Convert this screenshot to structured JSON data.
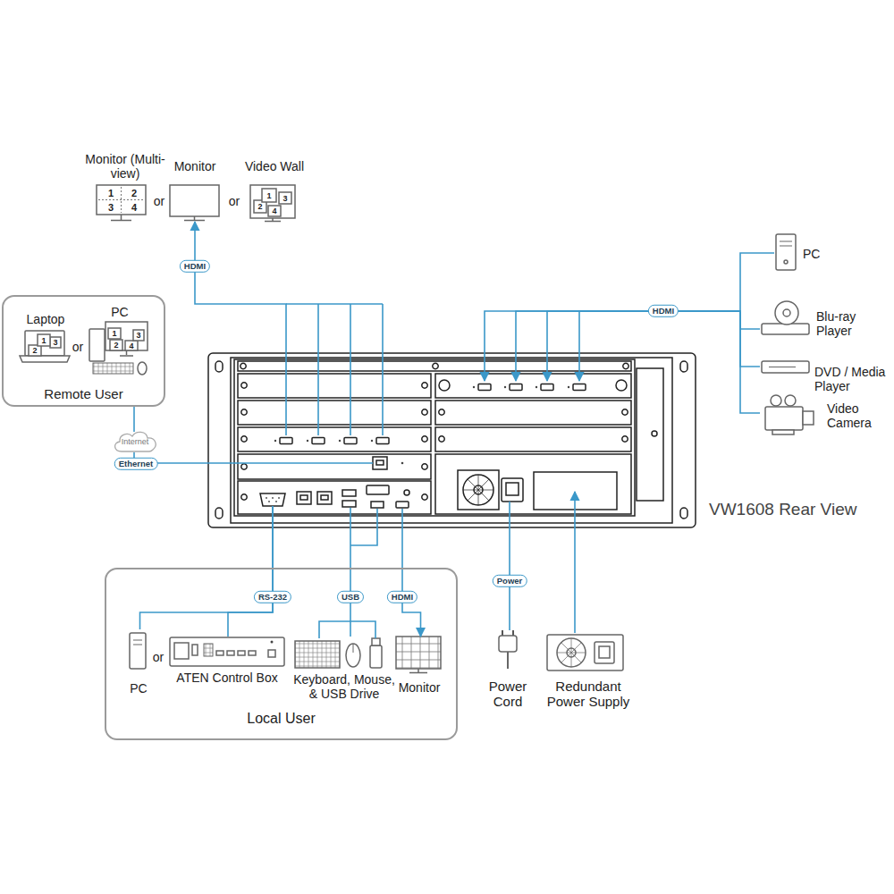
{
  "diagram": {
    "nodes": [
      {
        "text": [
          "Monitor (Multi-view)"
        ]
      },
      {
        "text": [
          "Monitor"
        ]
      },
      {
        "text": [
          "Video Wall"
        ]
      },
      {
        "text": [
          "VW1608 Rear View"
        ]
      },
      {
        "text": [
          "PC"
        ]
      },
      {
        "text": [
          "Blu-ray Player"
        ]
      },
      {
        "text": [
          "DVD / Media Player"
        ]
      },
      {
        "text": [
          "Video Camera"
        ]
      },
      {
        "text": [
          "Remote User"
        ]
      },
      {
        "text": [
          "Laptop"
        ],
        "in": 8
      },
      {
        "text": [
          "PC"
        ],
        "in": 8
      },
      {
        "text": [
          "Internet"
        ]
      },
      {
        "text": [
          "Local User"
        ]
      },
      {
        "text": [
          "PC"
        ],
        "in": 12
      },
      {
        "text": [
          "ATEN Control Box"
        ],
        "in": 12
      },
      {
        "text": [
          "Keyboard, Mouse, & USB Drive"
        ],
        "in": 12
      },
      {
        "text": [
          "Monitor"
        ],
        "in": 12
      },
      {
        "text": [
          "Power Cord"
        ]
      },
      {
        "text": [
          "Redundant Power Supply"
        ]
      }
    ],
    "edges": [
      {
        "from": 3,
        "to": 1,
        "label": "HDMI",
        "arrow": "to"
      },
      {
        "from": 4,
        "to": 3,
        "label": "HDMI",
        "arrow": "to"
      },
      {
        "from": 5,
        "to": 3,
        "arrow": "to"
      },
      {
        "from": 6,
        "to": 3,
        "arrow": "to"
      },
      {
        "from": 7,
        "to": 3,
        "arrow": "to"
      },
      {
        "from": 8,
        "to": 11,
        "arrow": "none"
      },
      {
        "from": 11,
        "to": 3,
        "label": "Ethernet",
        "arrow": "none"
      },
      {
        "from": 3,
        "to": 13,
        "label": "RS-232",
        "arrow": "none"
      },
      {
        "from": 3,
        "to": 14,
        "arrow": "none"
      },
      {
        "from": 3,
        "to": 15,
        "label": "USB",
        "arrow": "none"
      },
      {
        "from": 3,
        "to": 16,
        "label": "HDMI",
        "arrow": "to"
      },
      {
        "from": 3,
        "to": 17,
        "label": "Power",
        "arrow": "none"
      },
      {
        "from": 18,
        "to": 3,
        "arrow": "to"
      }
    ],
    "labels": [
      "1",
      "2",
      "3",
      "4",
      "or",
      "or",
      "1",
      "3",
      "2",
      "4",
      "or",
      "1",
      "2",
      "3",
      "1",
      "3",
      "2",
      "4",
      "or"
    ]
  }
}
